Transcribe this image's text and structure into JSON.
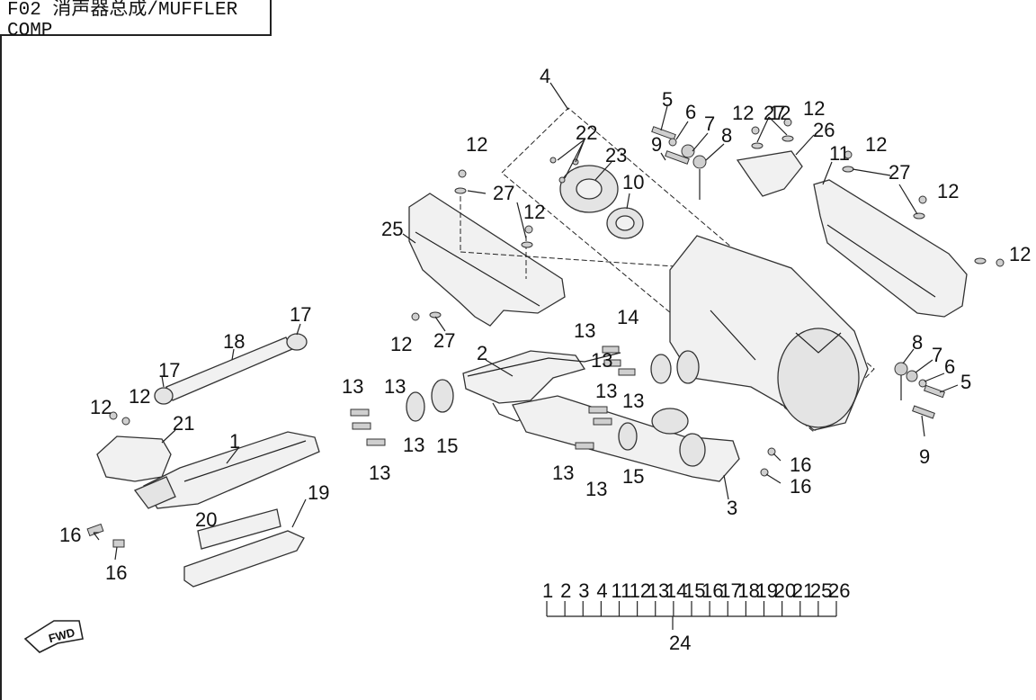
{
  "title": "F02 消声器总成/MUFFLER COMP",
  "fwd_label": "FWD",
  "callouts": [
    {
      "id": "c1",
      "text": "1"
    },
    {
      "id": "c2",
      "text": "2"
    },
    {
      "id": "c3",
      "text": "3"
    },
    {
      "id": "c4",
      "text": "4"
    },
    {
      "id": "c5a",
      "text": "5"
    },
    {
      "id": "c5b",
      "text": "5"
    },
    {
      "id": "c6a",
      "text": "6"
    },
    {
      "id": "c6b",
      "text": "6"
    },
    {
      "id": "c7a",
      "text": "7"
    },
    {
      "id": "c7b",
      "text": "7"
    },
    {
      "id": "c8a",
      "text": "8"
    },
    {
      "id": "c8b",
      "text": "8"
    },
    {
      "id": "c9a",
      "text": "9"
    },
    {
      "id": "c9b",
      "text": "9"
    },
    {
      "id": "c10",
      "text": "10"
    },
    {
      "id": "c11",
      "text": "11"
    },
    {
      "id": "c12a",
      "text": "12"
    },
    {
      "id": "c12b",
      "text": "12"
    },
    {
      "id": "c12c",
      "text": "12"
    },
    {
      "id": "c12d",
      "text": "12"
    },
    {
      "id": "c12e",
      "text": "12"
    },
    {
      "id": "c12f",
      "text": "12"
    },
    {
      "id": "c12g",
      "text": "12"
    },
    {
      "id": "c12h",
      "text": "12"
    },
    {
      "id": "c12i",
      "text": "12"
    },
    {
      "id": "c12j",
      "text": "12"
    },
    {
      "id": "c12k",
      "text": "12"
    },
    {
      "id": "c13a",
      "text": "13"
    },
    {
      "id": "c13b",
      "text": "13"
    },
    {
      "id": "c13c",
      "text": "13"
    },
    {
      "id": "c13d",
      "text": "13"
    },
    {
      "id": "c13e",
      "text": "13"
    },
    {
      "id": "c13f",
      "text": "13"
    },
    {
      "id": "c13g",
      "text": "13"
    },
    {
      "id": "c13h",
      "text": "13"
    },
    {
      "id": "c13i",
      "text": "13"
    },
    {
      "id": "c13j",
      "text": "13"
    },
    {
      "id": "c14",
      "text": "14"
    },
    {
      "id": "c15a",
      "text": "15"
    },
    {
      "id": "c15b",
      "text": "15"
    },
    {
      "id": "c16a",
      "text": "16"
    },
    {
      "id": "c16b",
      "text": "16"
    },
    {
      "id": "c16c",
      "text": "16"
    },
    {
      "id": "c16d",
      "text": "16"
    },
    {
      "id": "c17a",
      "text": "17"
    },
    {
      "id": "c17b",
      "text": "17"
    },
    {
      "id": "c18",
      "text": "18"
    },
    {
      "id": "c19",
      "text": "19"
    },
    {
      "id": "c20",
      "text": "20"
    },
    {
      "id": "c21",
      "text": "21"
    },
    {
      "id": "c22",
      "text": "22"
    },
    {
      "id": "c23",
      "text": "23"
    },
    {
      "id": "c25",
      "text": "25"
    },
    {
      "id": "c26",
      "text": "26"
    },
    {
      "id": "c27a",
      "text": "27"
    },
    {
      "id": "c27b",
      "text": "27"
    },
    {
      "id": "c27c",
      "text": "27"
    },
    {
      "id": "c27d",
      "text": "27"
    }
  ],
  "kit": {
    "label": "24",
    "items": [
      "1",
      "2",
      "3",
      "4",
      "11",
      "12",
      "13",
      "14",
      "15",
      "16",
      "17",
      "18",
      "19",
      "20",
      "21",
      "25",
      "26"
    ]
  }
}
